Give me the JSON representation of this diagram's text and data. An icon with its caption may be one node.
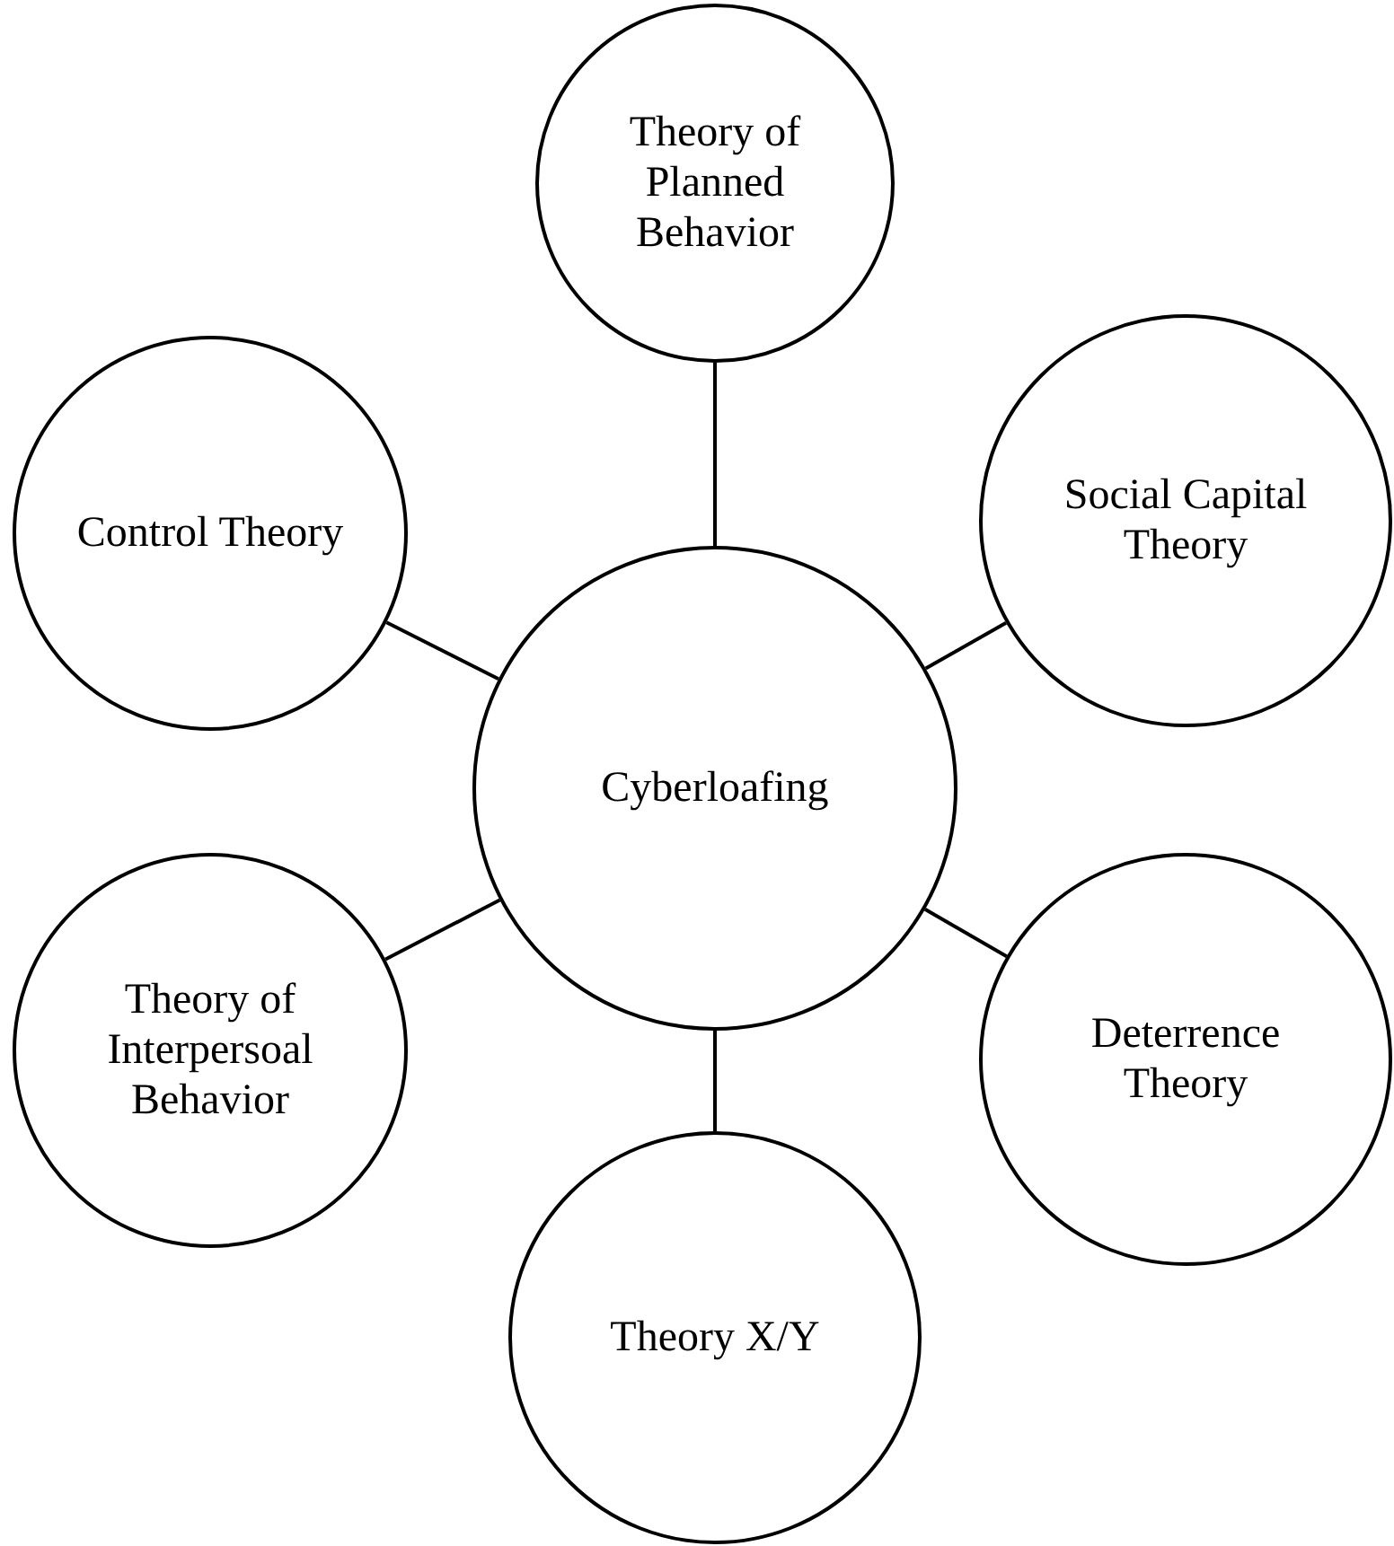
{
  "diagram": {
    "nodes": [
      {
        "text": [
          "Theory of Planned Behavior"
        ]
      },
      {
        "text": [
          "Control Theory"
        ]
      },
      {
        "text": [
          "Social Capital Theory"
        ]
      },
      {
        "text": [
          "Cyberloafing"
        ]
      },
      {
        "text": [
          "Theory of Interpersoal Behavior"
        ]
      },
      {
        "text": [
          "Deterrence Theory"
        ]
      },
      {
        "text": [
          "Theory X/Y"
        ]
      }
    ],
    "edges": [
      {
        "from": 3,
        "to": 0,
        "arrow": "none"
      },
      {
        "from": 3,
        "to": 1,
        "arrow": "none"
      },
      {
        "from": 3,
        "to": 2,
        "arrow": "none"
      },
      {
        "from": 3,
        "to": 4,
        "arrow": "none"
      },
      {
        "from": 3,
        "to": 5,
        "arrow": "none"
      },
      {
        "from": 3,
        "to": 6,
        "arrow": "none"
      }
    ]
  }
}
